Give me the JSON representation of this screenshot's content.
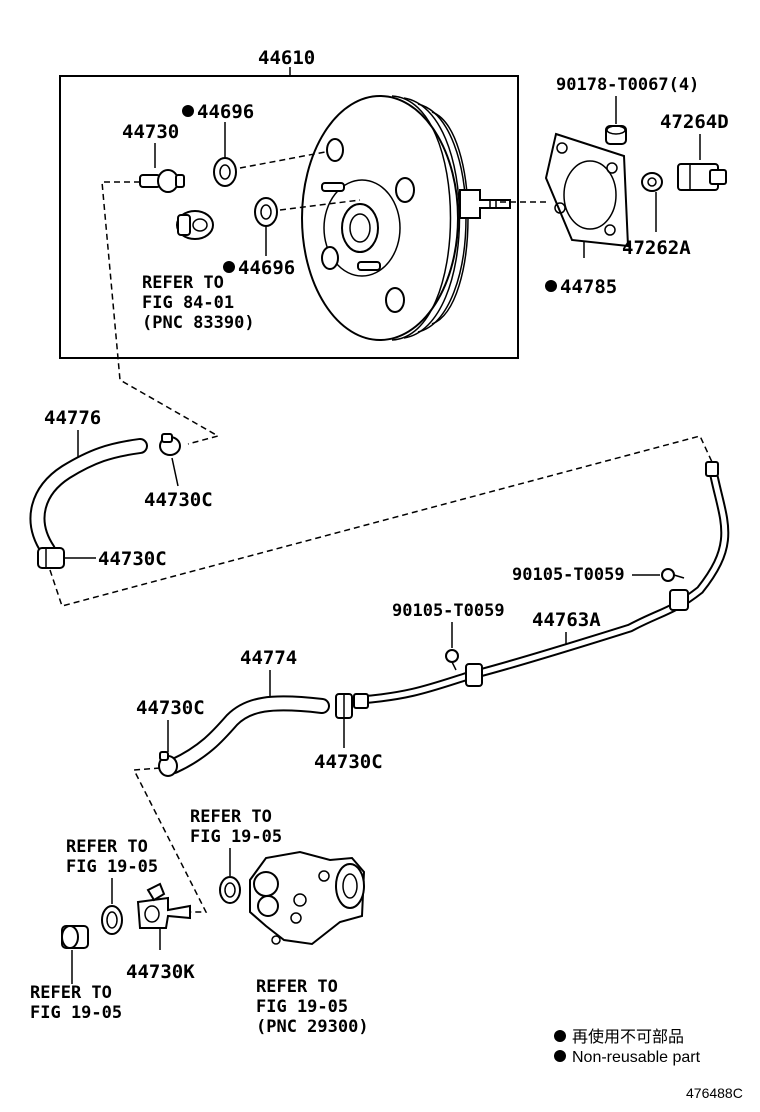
{
  "labels": {
    "p44610": "44610",
    "p44696_top": "44696",
    "p44730": "44730",
    "p44696_bottom": "44696",
    "refer_84_01_line1": "REFER TO",
    "refer_84_01_line2": "FIG 84-01",
    "refer_84_01_line3": "(PNC 83390)",
    "p90178": "90178-T0067(4)",
    "p47264D": "47264D",
    "p47262A": "47262A",
    "p44785": "44785",
    "p44776": "44776",
    "p44730C_a": "44730C",
    "p44730C_b": "44730C",
    "p90105_a": "90105-T0059",
    "p90105_b": "90105-T0059",
    "p44763A": "44763A",
    "p44774": "44774",
    "p44730C_c": "44730C",
    "p44730C_d": "44730C",
    "refer_19_05_a_line1": "REFER TO",
    "refer_19_05_a_line2": "FIG 19-05",
    "refer_19_05_b_line1": "REFER TO",
    "refer_19_05_b_line2": "FIG 19-05",
    "refer_19_05_c_line1": "REFER TO",
    "refer_19_05_c_line2": "FIG 19-05",
    "p44730K": "44730K",
    "refer_19_05_d_line1": "REFER TO",
    "refer_19_05_d_line2": "FIG 19-05",
    "refer_19_05_d_line3": "(PNC 29300)"
  },
  "legend": {
    "japanese": "再使用不可部品",
    "english": "Non-reusable part"
  },
  "diagram_code": "476488C"
}
